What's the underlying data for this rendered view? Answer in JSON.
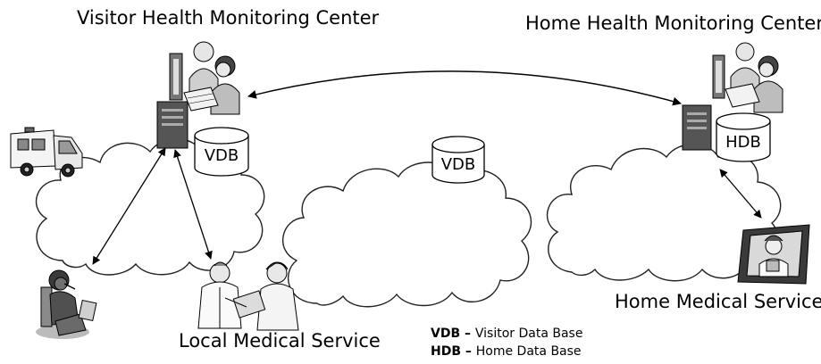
{
  "titles": {
    "visitor_center": "Visitor Health Monitoring Center",
    "home_center": "Home Health Monitoring Center"
  },
  "databases": {
    "visitor_local": "VDB",
    "visitor_middle": "VDB",
    "home": "HDB"
  },
  "services": {
    "local": "Local Medical Service",
    "home": "Home Medical Service"
  },
  "legend": [
    {
      "abbr": "VDB",
      "sep": " – ",
      "text": "Visitor Data Base"
    },
    {
      "abbr": "HDB",
      "sep": " – ",
      "text": "Home Data Base"
    }
  ],
  "icons": {
    "visitor_workstation": "workstation-icon",
    "home_workstation": "workstation-icon",
    "ambulance": "ambulance-icon",
    "patient": "patient-with-device-icon",
    "local_doctors": "doctors-icon",
    "home_nurse": "nurse-icon"
  }
}
